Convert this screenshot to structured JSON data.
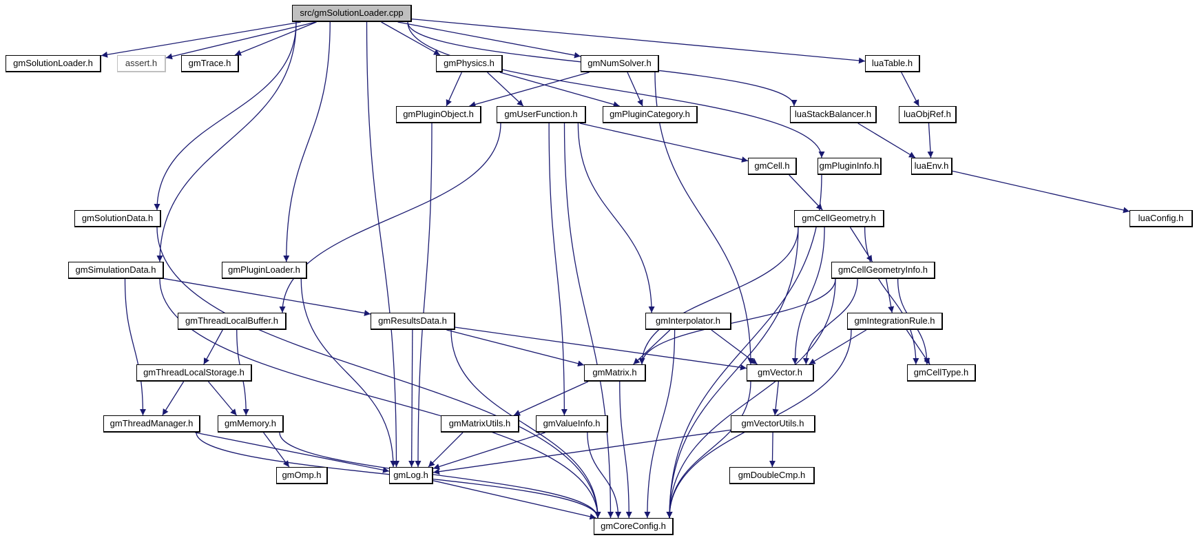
{
  "title": "Include dependency graph for src/gmSolutionLoader.cpp",
  "colors": {
    "edge": "#191970",
    "node_border": "#000000",
    "root_fill": "#bfbfbf",
    "external_border": "#bfbfbf"
  },
  "nodes": [
    {
      "id": "root",
      "label": "src/gmSolutionLoader.cpp",
      "type": "root"
    },
    {
      "id": "gmSolutionLoader_h",
      "label": "gmSolutionLoader.h"
    },
    {
      "id": "assert_h",
      "label": "assert.h",
      "type": "external"
    },
    {
      "id": "gmTrace_h",
      "label": "gmTrace.h"
    },
    {
      "id": "gmPhysics_h",
      "label": "gmPhysics.h"
    },
    {
      "id": "gmNumSolver_h",
      "label": "gmNumSolver.h"
    },
    {
      "id": "luaTable_h",
      "label": "luaTable.h"
    },
    {
      "id": "gmPluginObject_h",
      "label": "gmPluginObject.h"
    },
    {
      "id": "gmUserFunction_h",
      "label": "gmUserFunction.h"
    },
    {
      "id": "gmPluginCategory_h",
      "label": "gmPluginCategory.h"
    },
    {
      "id": "luaStackBalancer_h",
      "label": "luaStackBalancer.h"
    },
    {
      "id": "luaObjRef_h",
      "label": "luaObjRef.h"
    },
    {
      "id": "gmCell_h",
      "label": "gmCell.h"
    },
    {
      "id": "gmPluginInfo_h",
      "label": "gmPluginInfo.h"
    },
    {
      "id": "luaEnv_h",
      "label": "luaEnv.h"
    },
    {
      "id": "gmSolutionData_h",
      "label": "gmSolutionData.h"
    },
    {
      "id": "gmCellGeometry_h",
      "label": "gmCellGeometry.h"
    },
    {
      "id": "luaConfig_h",
      "label": "luaConfig.h"
    },
    {
      "id": "gmSimulationData_h",
      "label": "gmSimulationData.h"
    },
    {
      "id": "gmPluginLoader_h",
      "label": "gmPluginLoader.h"
    },
    {
      "id": "gmCellGeometryInfo_h",
      "label": "gmCellGeometryInfo.h"
    },
    {
      "id": "gmThreadLocalBuffer_h",
      "label": "gmThreadLocalBuffer.h"
    },
    {
      "id": "gmResultsData_h",
      "label": "gmResultsData.h"
    },
    {
      "id": "gmInterpolator_h",
      "label": "gmInterpolator.h"
    },
    {
      "id": "gmIntegrationRule_h",
      "label": "gmIntegrationRule.h"
    },
    {
      "id": "gmThreadLocalStorage_h",
      "label": "gmThreadLocalStorage.h"
    },
    {
      "id": "gmMatrix_h",
      "label": "gmMatrix.h"
    },
    {
      "id": "gmVector_h",
      "label": "gmVector.h"
    },
    {
      "id": "gmCellType_h",
      "label": "gmCellType.h"
    },
    {
      "id": "gmThreadManager_h",
      "label": "gmThreadManager.h"
    },
    {
      "id": "gmMemory_h",
      "label": "gmMemory.h"
    },
    {
      "id": "gmMatrixUtils_h",
      "label": "gmMatrixUtils.h"
    },
    {
      "id": "gmValueInfo_h",
      "label": "gmValueInfo.h"
    },
    {
      "id": "gmVectorUtils_h",
      "label": "gmVectorUtils.h"
    },
    {
      "id": "gmOmp_h",
      "label": "gmOmp.h"
    },
    {
      "id": "gmLog_h",
      "label": "gmLog.h"
    },
    {
      "id": "gmDoubleCmp_h",
      "label": "gmDoubleCmp.h"
    },
    {
      "id": "gmCoreConfig_h",
      "label": "gmCoreConfig.h"
    }
  ],
  "edges": [
    [
      "root",
      "gmSolutionLoader_h"
    ],
    [
      "root",
      "assert_h"
    ],
    [
      "root",
      "gmTrace_h"
    ],
    [
      "root",
      "gmPhysics_h"
    ],
    [
      "root",
      "gmNumSolver_h"
    ],
    [
      "root",
      "luaTable_h"
    ],
    [
      "root",
      "luaStackBalancer_h"
    ],
    [
      "root",
      "gmPluginInfo_h"
    ],
    [
      "root",
      "gmSolutionData_h"
    ],
    [
      "root",
      "gmSimulationData_h"
    ],
    [
      "root",
      "gmPluginLoader_h"
    ],
    [
      "root",
      "gmLog_h"
    ],
    [
      "gmPhysics_h",
      "gmPluginObject_h"
    ],
    [
      "gmPhysics_h",
      "gmUserFunction_h"
    ],
    [
      "gmPhysics_h",
      "gmPluginCategory_h"
    ],
    [
      "gmNumSolver_h",
      "gmPluginObject_h"
    ],
    [
      "gmNumSolver_h",
      "gmPluginCategory_h"
    ],
    [
      "gmNumSolver_h",
      "gmVector_h"
    ],
    [
      "luaTable_h",
      "luaObjRef_h"
    ],
    [
      "luaObjRef_h",
      "luaEnv_h"
    ],
    [
      "luaStackBalancer_h",
      "luaEnv_h"
    ],
    [
      "luaEnv_h",
      "luaConfig_h"
    ],
    [
      "gmPluginInfo_h",
      "gmCoreConfig_h"
    ],
    [
      "gmPluginObject_h",
      "gmLog_h"
    ],
    [
      "gmUserFunction_h",
      "gmCell_h"
    ],
    [
      "gmUserFunction_h",
      "gmThreadLocalBuffer_h"
    ],
    [
      "gmUserFunction_h",
      "gmValueInfo_h"
    ],
    [
      "gmUserFunction_h",
      "gmCoreConfig_h"
    ],
    [
      "gmUserFunction_h",
      "gmInterpolator_h"
    ],
    [
      "gmCell_h",
      "gmCellGeometry_h"
    ],
    [
      "gmCellGeometry_h",
      "gmCellGeometryInfo_h"
    ],
    [
      "gmCellGeometry_h",
      "gmMatrix_h"
    ],
    [
      "gmCellGeometry_h",
      "gmVector_h"
    ],
    [
      "gmCellGeometry_h",
      "gmCellType_h"
    ],
    [
      "gmCellGeometry_h",
      "gmCoreConfig_h"
    ],
    [
      "gmCellGeometryInfo_h",
      "gmIntegrationRule_h"
    ],
    [
      "gmCellGeometryInfo_h",
      "gmMatrix_h"
    ],
    [
      "gmCellGeometryInfo_h",
      "gmVector_h"
    ],
    [
      "gmCellGeometryInfo_h",
      "gmCellType_h"
    ],
    [
      "gmCellGeometryInfo_h",
      "gmCoreConfig_h"
    ],
    [
      "gmIntegrationRule_h",
      "gmVector_h"
    ],
    [
      "gmIntegrationRule_h",
      "gmCellType_h"
    ],
    [
      "gmIntegrationRule_h",
      "gmCoreConfig_h"
    ],
    [
      "gmInterpolator_h",
      "gmMatrix_h"
    ],
    [
      "gmInterpolator_h",
      "gmVector_h"
    ],
    [
      "gmInterpolator_h",
      "gmCoreConfig_h"
    ],
    [
      "gmSolutionData_h",
      "gmCoreConfig_h"
    ],
    [
      "gmSimulationData_h",
      "gmResultsData_h"
    ],
    [
      "gmSimulationData_h",
      "gmThreadManager_h"
    ],
    [
      "gmSimulationData_h",
      "gmCoreConfig_h"
    ],
    [
      "gmPluginLoader_h",
      "gmLog_h"
    ],
    [
      "gmThreadLocalBuffer_h",
      "gmThreadLocalStorage_h"
    ],
    [
      "gmThreadLocalBuffer_h",
      "gmMemory_h"
    ],
    [
      "gmThreadLocalStorage_h",
      "gmThreadManager_h"
    ],
    [
      "gmThreadLocalStorage_h",
      "gmMemory_h"
    ],
    [
      "gmResultsData_h",
      "gmMatrix_h"
    ],
    [
      "gmResultsData_h",
      "gmVector_h"
    ],
    [
      "gmResultsData_h",
      "gmLog_h"
    ],
    [
      "gmResultsData_h",
      "gmCoreConfig_h"
    ],
    [
      "gmMatrix_h",
      "gmMatrixUtils_h"
    ],
    [
      "gmMatrix_h",
      "gmCoreConfig_h"
    ],
    [
      "gmVector_h",
      "gmVectorUtils_h"
    ],
    [
      "gmVector_h",
      "gmCoreConfig_h"
    ],
    [
      "gmVectorUtils_h",
      "gmDoubleCmp_h"
    ],
    [
      "gmVectorUtils_h",
      "gmLog_h"
    ],
    [
      "gmThreadManager_h",
      "gmLog_h"
    ],
    [
      "gmThreadManager_h",
      "gmCoreConfig_h"
    ],
    [
      "gmMemory_h",
      "gmOmp_h"
    ],
    [
      "gmMemory_h",
      "gmCoreConfig_h"
    ],
    [
      "gmMatrixUtils_h",
      "gmLog_h"
    ],
    [
      "gmValueInfo_h",
      "gmLog_h"
    ],
    [
      "gmValueInfo_h",
      "gmCoreConfig_h"
    ],
    [
      "gmLog_h",
      "gmCoreConfig_h"
    ]
  ]
}
